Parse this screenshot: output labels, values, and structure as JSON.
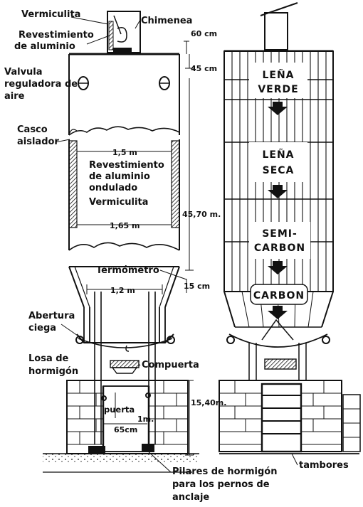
{
  "left_labels": {
    "vermiculita_top": "Vermiculita",
    "revestimiento_l1": "Revestimiento",
    "revestimiento_l2": "de aluminio",
    "chimenea": "Chimenea",
    "valvula_l1": "Valvula",
    "valvula_l2": "reguladora de",
    "valvula_l3": "aire",
    "casco_l1": "Casco",
    "casco_l2": "aislador",
    "rev_ond_l1": "Revestimiento",
    "rev_ond_l2": "de aluminio",
    "rev_ond_l3": "ondulado",
    "vermiculita_mid": "Vermiculita",
    "termometro": "Termómetro",
    "abertura_l1": "Abertura",
    "abertura_l2": "ciega",
    "losa_l1": "Losa de",
    "losa_l2": "hormigón",
    "compuerta": "Compuerta",
    "puerta": "puerta",
    "pilares_l1": "Pilares de hormigón",
    "pilares_l2": "para los pernos de",
    "pilares_l3": "anclaje",
    "tambores": "tambores"
  },
  "dimensions": {
    "d60": "60 cm",
    "d45": "45 cm",
    "d15m": "1,5 m",
    "d165": "1,65 m",
    "d4570": "45,70 m.",
    "d15cm": "15 cm",
    "d12": "1,2 m",
    "d1540": "15,40m.",
    "d1m": "1m.",
    "d65": "65cm"
  },
  "stages": [
    {
      "line1": "LEÑA",
      "line2": "VERDE"
    },
    {
      "line1": "LEÑA",
      "line2": "SECA"
    },
    {
      "line1": "SEMI-",
      "line2": "CARBON"
    },
    {
      "line1": "CARBON",
      "line2": ""
    }
  ],
  "colors": {
    "ink": "#111111",
    "paper": "#ffffff"
  }
}
